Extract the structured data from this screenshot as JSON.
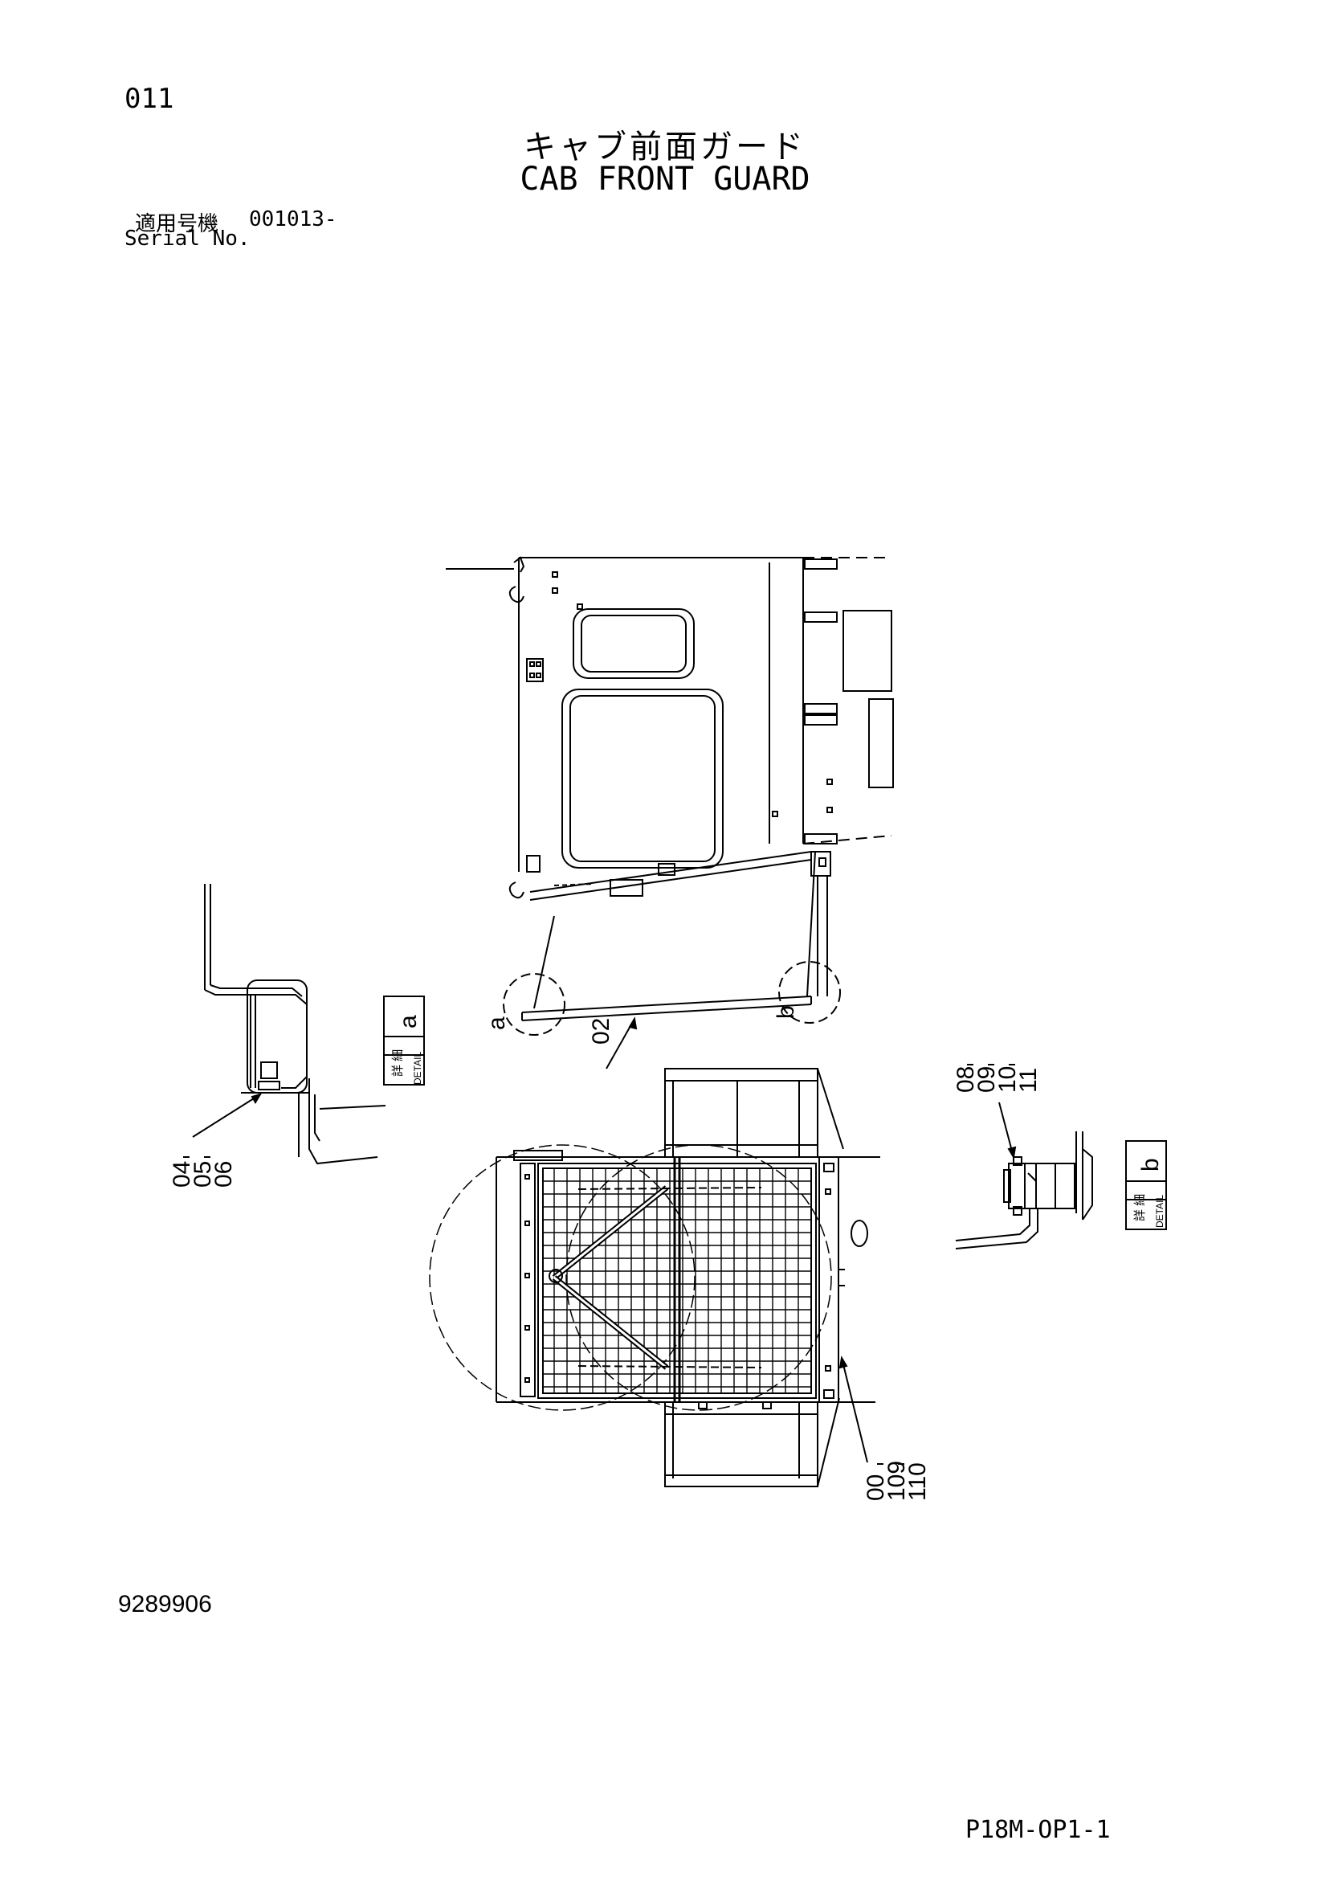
{
  "header": {
    "page_number": "011",
    "title_ja": "キャブ前面ガード",
    "title_en": "CAB FRONT GUARD",
    "serial_label_ja": "適用号機",
    "serial_value": "001013-",
    "serial_label_en": "Serial No."
  },
  "callouts": {
    "part_02": "02",
    "part_04_06": [
      "04",
      "05",
      "06"
    ],
    "part_08_11": [
      "08",
      "09",
      "10",
      "11"
    ],
    "part_00_110": [
      "00",
      "109",
      "110"
    ],
    "circle_a": "a",
    "circle_b": "b"
  },
  "details": {
    "a": {
      "label_ja": "詳 細",
      "label_en": "DETAIL",
      "letter": "a"
    },
    "b": {
      "label_ja": "詳 細",
      "label_en": "DETAIL",
      "letter": "b"
    }
  },
  "footer": {
    "document_number": "9289906",
    "sheet_code": "P18M-OP1-1"
  }
}
